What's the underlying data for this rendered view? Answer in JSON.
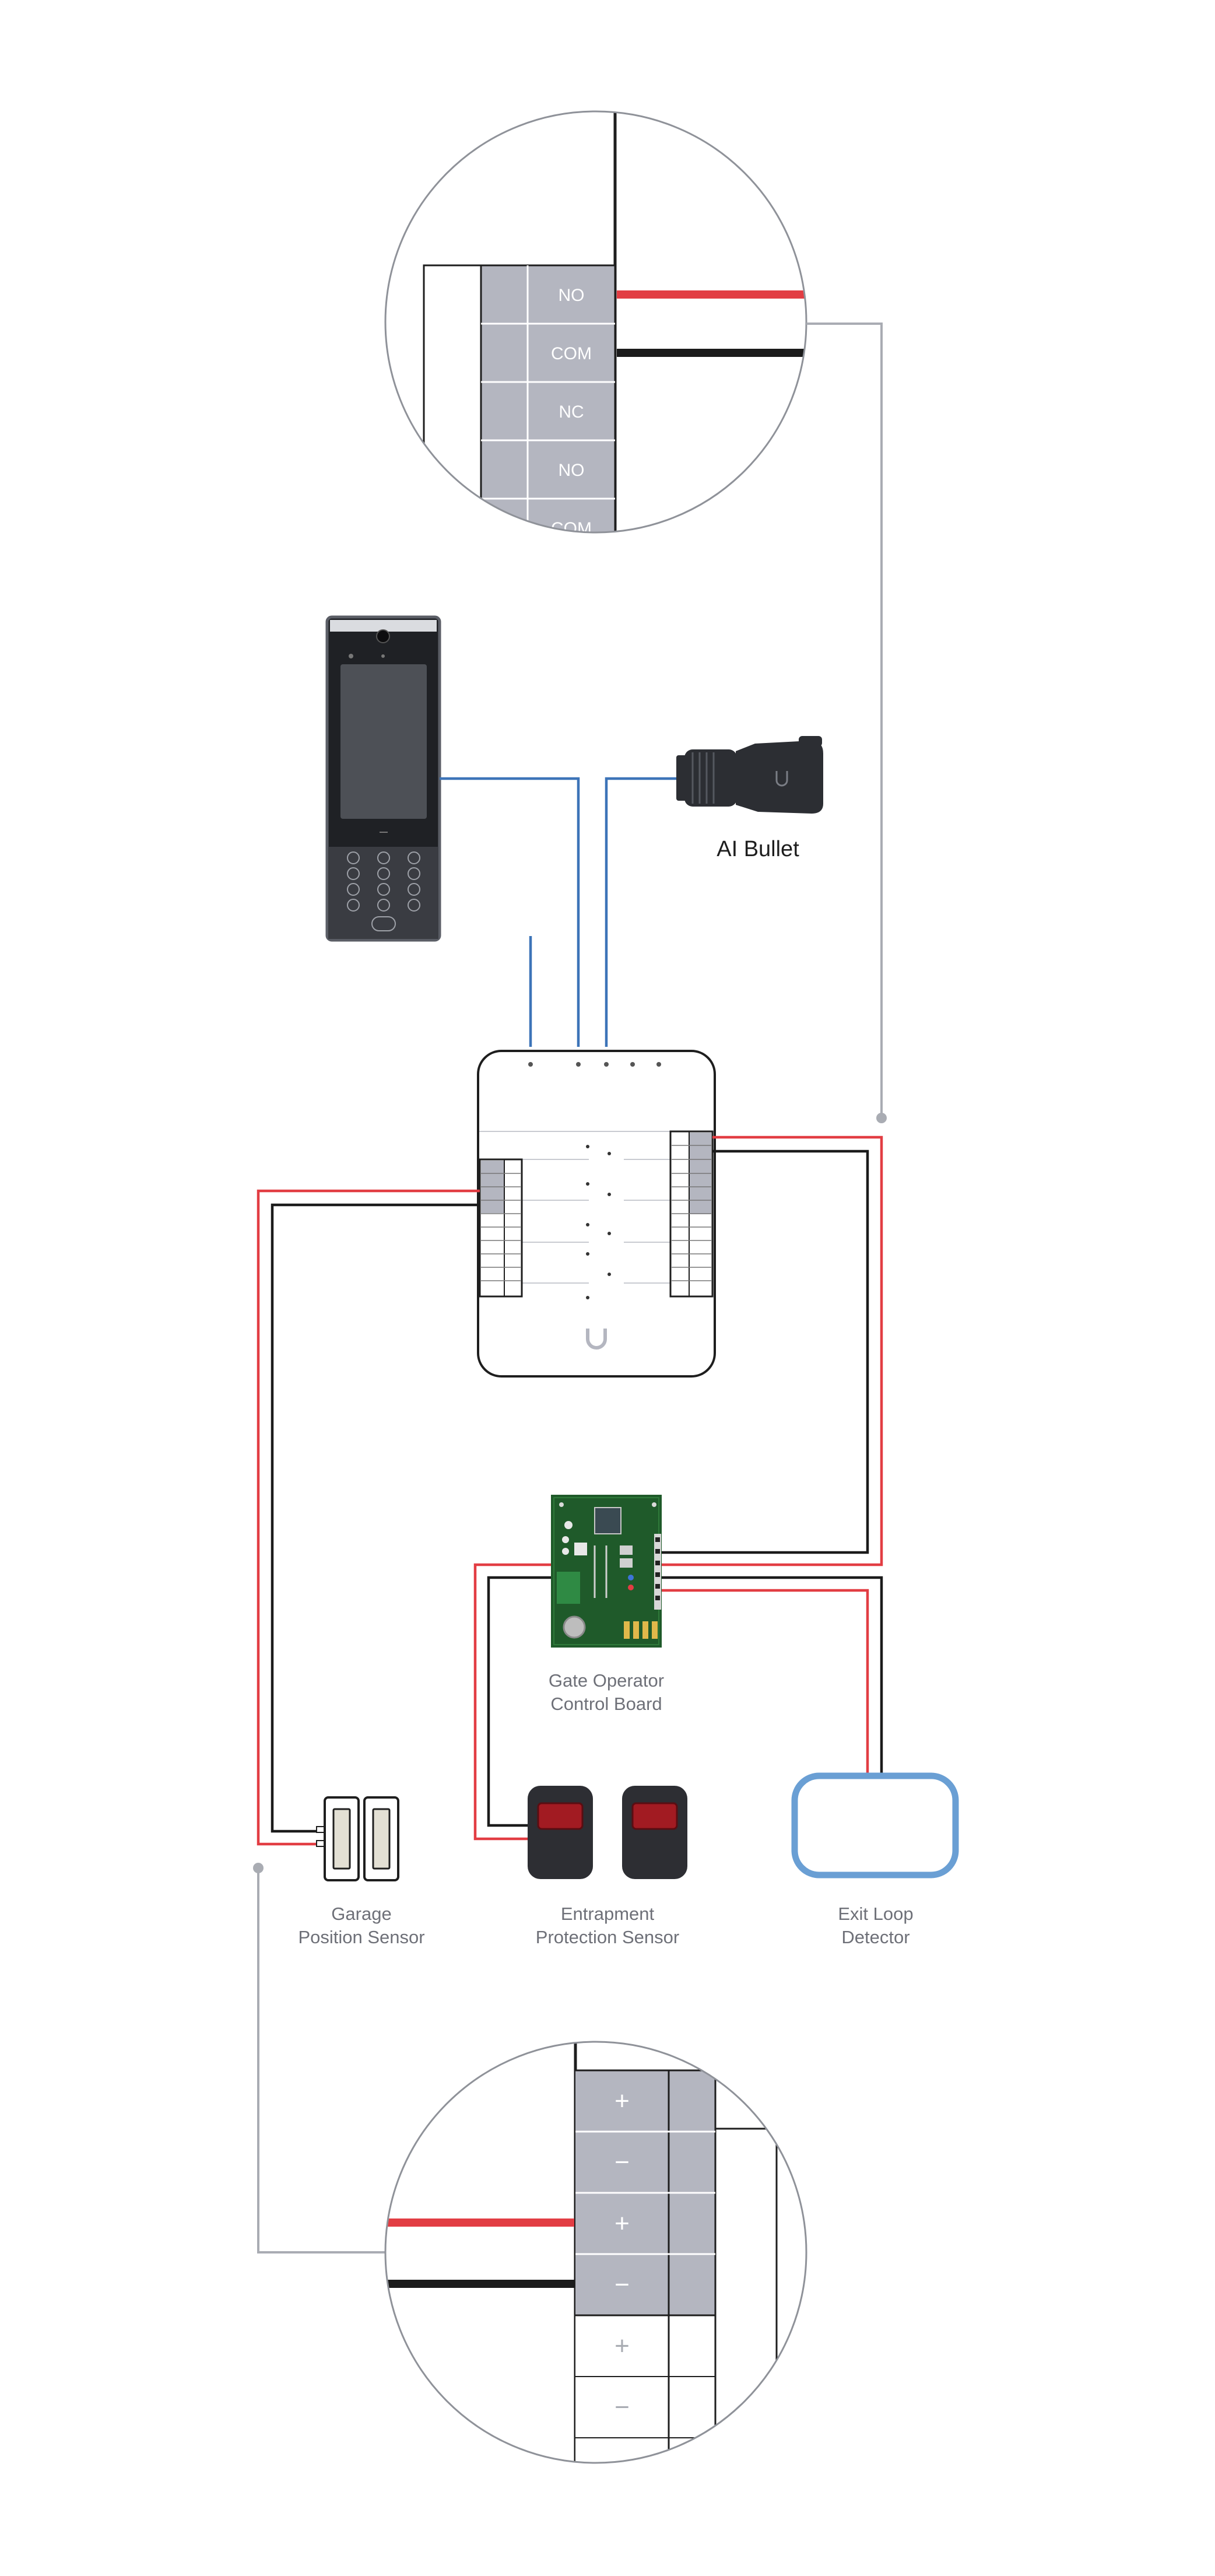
{
  "colors": {
    "wire_red": "#e23d43",
    "wire_black": "#1b1b1b",
    "wire_blue": "#3d74b8",
    "leader_gray": "#a9acb3",
    "terminal_gray": "#b4b6c0",
    "outline": "#1e1e1e",
    "label_gray": "#6e7078",
    "pcb_green": "#1f5a2a",
    "loop_blue": "#6a9fd4"
  },
  "relay_zoom": {
    "terminals": [
      "NO",
      "COM",
      "NC",
      "NO",
      "COM"
    ]
  },
  "power_zoom": {
    "terminals": [
      "+",
      "−",
      "+",
      "−",
      "+",
      "−"
    ]
  },
  "devices": {
    "intercom": {
      "icon": "intercom-keypad-icon"
    },
    "camera": {
      "label": "AI Bullet",
      "icon": "bullet-camera-icon"
    },
    "hub": {
      "icon": "access-hub-icon"
    },
    "gate_board": {
      "label_line1": "Gate Operator",
      "label_line2": "Control Board",
      "icon": "circuit-board-icon"
    },
    "garage_sensor": {
      "label_line1": "Garage",
      "label_line2": "Position Sensor",
      "icon": "magnetic-contact-icon"
    },
    "entrapment_sensor": {
      "label_line1": "Entrapment",
      "label_line2": "Protection Sensor",
      "icon": "remote-sensor-icon"
    },
    "exit_loop": {
      "label_line1": "Exit Loop",
      "label_line2": "Detector",
      "icon": "loop-detector-icon"
    }
  }
}
